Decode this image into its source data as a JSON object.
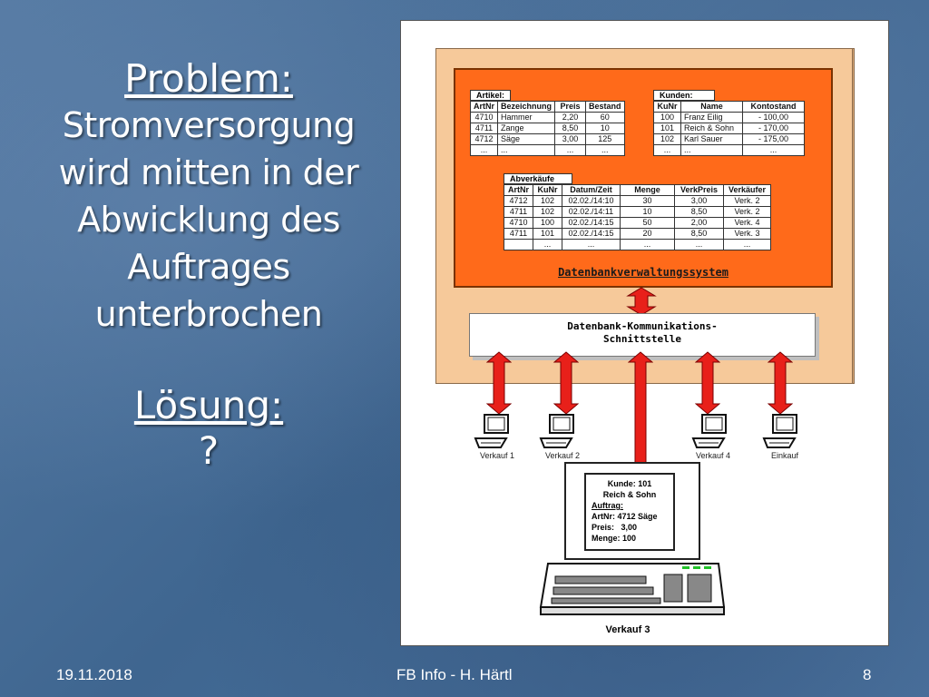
{
  "slide": {
    "problem_heading": "Problem:",
    "problem_lines": [
      "Stromversorgung",
      "wird mitten in der",
      "Abwicklung des",
      "Auftrages",
      "unterbrochen"
    ],
    "solution_heading": "Lösung:",
    "solution_text": "?"
  },
  "figure": {
    "dbms_label": "Datenbankverwaltungssystem",
    "interface_label_1": "Datenbank-Kommunikations-",
    "interface_label_2": "Schnittstelle",
    "artikel": {
      "title": "Artikel:",
      "headers": [
        "ArtNr",
        "Bezeichnung",
        "Preis",
        "Bestand"
      ],
      "rows": [
        [
          "4710",
          "Hammer",
          "2,20",
          "60"
        ],
        [
          "4711",
          "Zange",
          "8,50",
          "10"
        ],
        [
          "4712",
          "Säge",
          "3,00",
          "125"
        ],
        [
          "...",
          "...",
          "...",
          "..."
        ]
      ]
    },
    "kunden": {
      "title": "Kunden:",
      "headers": [
        "KuNr",
        "Name",
        "Kontostand"
      ],
      "rows": [
        [
          "100",
          "Franz Eilig",
          "- 100,00"
        ],
        [
          "101",
          "Reich & Sohn",
          "- 170,00"
        ],
        [
          "102",
          "Karl Sauer",
          "- 175,00"
        ],
        [
          "...",
          "...",
          "..."
        ]
      ]
    },
    "abverkaeufe": {
      "title": "Abverkäufe",
      "headers": [
        "ArtNr",
        "KuNr",
        "Datum/Zeit",
        "Menge",
        "VerkPreis",
        "Verkäufer"
      ],
      "rows": [
        [
          "4712",
          "102",
          "02.02./14:10",
          "30",
          "3,00",
          "Verk. 2"
        ],
        [
          "4711",
          "102",
          "02.02./14:11",
          "10",
          "8,50",
          "Verk. 2"
        ],
        [
          "4710",
          "100",
          "02.02./14:15",
          "50",
          "2,00",
          "Verk. 4"
        ],
        [
          "4711",
          "101",
          "02.02./14:15",
          "20",
          "8,50",
          "Verk. 3"
        ],
        [
          "",
          "...",
          "...",
          "...",
          "...",
          "..."
        ]
      ]
    },
    "terminals": [
      "Verkauf 1",
      "Verkauf 2",
      "Verkauf 4",
      "Einkauf"
    ],
    "verkauf3": {
      "label": "Verkauf 3",
      "screen_line1": "Kunde: 101",
      "screen_line2": "Reich & Sohn",
      "screen_line3": "Auftrag:",
      "screen_line4": "ArtNr: 4712 Säge",
      "screen_line5": "Preis:   3,00",
      "screen_line6": "Menge: 100"
    },
    "colors": {
      "dbms": "#ff6a1a",
      "arrow": "#e8201a",
      "server": "#f6c99a"
    }
  },
  "footer": {
    "date": "19.11.2018",
    "center": "FB Info - H. Härtl",
    "page": "8"
  }
}
